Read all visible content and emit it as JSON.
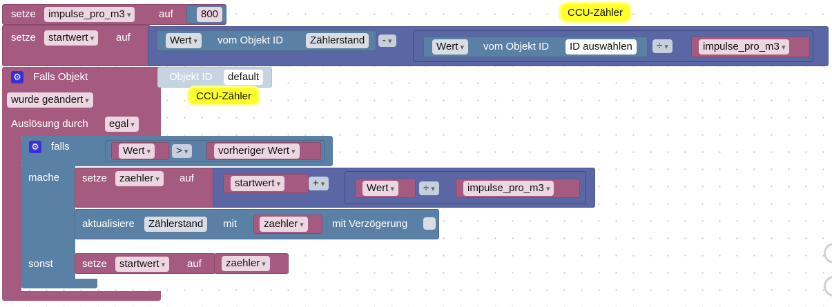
{
  "row1": {
    "setze": "setze",
    "var": "impulse_pro_m3",
    "auf": "auf",
    "value": "800"
  },
  "row2": {
    "setze": "setze",
    "var": "startwert",
    "auf": "auf",
    "wert1": "Wert",
    "vom_objekt1": "vom Objekt ID",
    "obj1": "Zählerstand",
    "op_minus": "-",
    "wert2": "Wert",
    "vom_objekt2": "vom Objekt ID",
    "obj2": "ID auswählen",
    "op_div": "÷",
    "var2": "impulse_pro_m3"
  },
  "notes": {
    "note1": "CCU-Zähler",
    "note2": "CCU-Zähler"
  },
  "trigger": {
    "title": "Falls Objekt",
    "obj_label": "Objekt ID",
    "obj_value": "default",
    "changed": "wurde geändert",
    "ausloesung": "Auslösung durch",
    "ausloesung_value": "egal"
  },
  "ifblock": {
    "falls": "falls",
    "mache": "mache",
    "sonst": "sonst",
    "cond_left": "Wert",
    "cond_op": ">",
    "cond_right": "vorheriger Wert"
  },
  "set_zaehler": {
    "setze": "setze",
    "var": "zaehler",
    "auf": "auf",
    "a": "startwert",
    "op_plus": "+",
    "b": "Wert",
    "op_div": "÷",
    "c": "impulse_pro_m3"
  },
  "update": {
    "label": "aktualisiere",
    "obj": "Zählerstand",
    "mit": "mit",
    "var": "zaehler",
    "delay": "mit Verzögerung"
  },
  "else_set": {
    "setze": "setze",
    "var": "startwert",
    "auf": "auf",
    "value": "zaehler"
  }
}
